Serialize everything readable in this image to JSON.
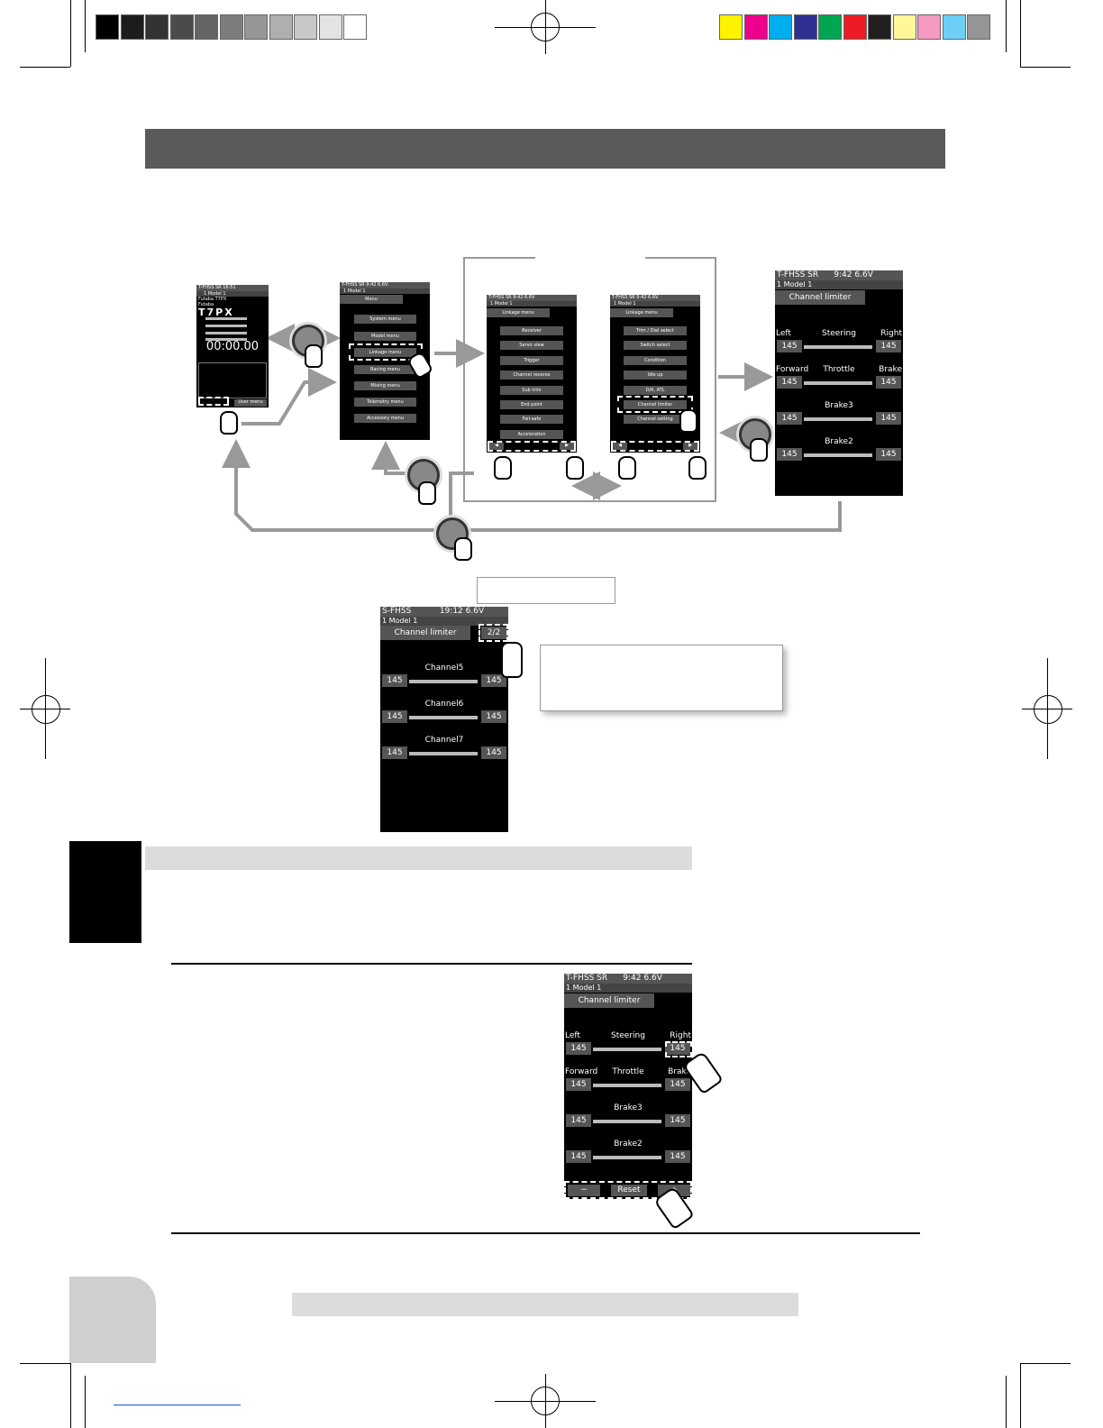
{
  "colors": {
    "gray_strip": [
      "#000000",
      "#1c1c1c",
      "#333333",
      "#4b4b4b",
      "#646464",
      "#7d7d7d",
      "#969696",
      "#afafaf",
      "#c8c8c8",
      "#e3e3e3",
      "#ffffff"
    ],
    "color_strip": [
      "#fff200",
      "#ec008c",
      "#00aeef",
      "#2e3192",
      "#00a651",
      "#ed1c24",
      "#231f20",
      "#fff799",
      "#f49ac1",
      "#6dcff6",
      "#959595"
    ],
    "header_bar": "#5a5a5a",
    "section_bar": "#dcdcdc",
    "side_tab": "#000000"
  },
  "home": {
    "status": "T-FHSS SR",
    "clock": "16:51",
    "model": "1  Model 1",
    "brand1": "Futaba T7PX",
    "brand2": "Futaba",
    "logo": "T7PX",
    "timer": "00:00.00",
    "user_menu": "User menu"
  },
  "menu": {
    "status": "T-FHSS SR",
    "clock": "9:42",
    "volt": "6.6V",
    "model": "1  Model 1",
    "title": "Menu",
    "items": [
      "System menu",
      "Model menu",
      "Linkage menu",
      "Racing menu",
      "Mixing menu",
      "Telemetry menu",
      "Accessory menu"
    ]
  },
  "link1": {
    "status": "T-FHSS SR",
    "clock": "9:42",
    "volt": "6.6V",
    "model": "1  Model 1",
    "title": "Linkage menu",
    "items": [
      "Receiver",
      "Servo view",
      "Trigger",
      "Channel reverse",
      "Sub trim",
      "End point",
      "Fail-safe",
      "Acceleration"
    ]
  },
  "link2": {
    "status": "T-FHSS SR",
    "clock": "9:42",
    "volt": "6.6V",
    "model": "1  Model 1",
    "title": "Linkage menu",
    "items": [
      "Trim / Dial select",
      "Switch select",
      "Condition",
      "Idle up",
      "D/R, ATL",
      "Channel limiter",
      "Channel setting"
    ]
  },
  "limiter": {
    "status": "T-FHSS SR",
    "clock": "9:42",
    "volt": "6.6V",
    "model": "1    Model 1",
    "title": "Channel limiter",
    "rows": [
      {
        "left": "Left",
        "name": "Steering",
        "right": "Right",
        "lval": "145",
        "rval": "145"
      },
      {
        "left": "Forward",
        "name": "Throttle",
        "right": "Brake",
        "lval": "145",
        "rval": "145"
      },
      {
        "left": "",
        "name": "Brake3",
        "right": "",
        "lval": "145",
        "rval": "145"
      },
      {
        "left": "",
        "name": "Brake2",
        "right": "",
        "lval": "145",
        "rval": "145"
      }
    ]
  },
  "page2": {
    "status": "S-FHSS",
    "clock": "19:12",
    "volt": "6.6V",
    "model": "1    Model 1",
    "title": "Channel limiter",
    "page": "2/2",
    "rows": [
      {
        "name": "Channel5",
        "lval": "145",
        "rval": "145"
      },
      {
        "name": "Channel6",
        "lval": "145",
        "rval": "145"
      },
      {
        "name": "Channel7",
        "lval": "145",
        "rval": "145"
      }
    ]
  },
  "limiter3": {
    "status": "T-FHSS SR",
    "clock": "9:42",
    "volt": "6.6V",
    "model": "1    Model 1",
    "title": "Channel limiter",
    "rows": [
      {
        "left": "Left",
        "name": "Steering",
        "right": "Right",
        "lval": "145",
        "rval": "145"
      },
      {
        "left": "Forward",
        "name": "Throttle",
        "right": "Brake",
        "lval": "145",
        "rval": "145"
      },
      {
        "left": "",
        "name": "Brake3",
        "right": "",
        "lval": "145",
        "rval": "145"
      },
      {
        "left": "",
        "name": "Brake2",
        "right": "",
        "lval": "145",
        "rval": "145"
      }
    ],
    "buttons": {
      "minus": "−",
      "reset": "Reset",
      "plus": "+"
    }
  },
  "nav": {
    "prev": "◀",
    "next": "▶"
  }
}
